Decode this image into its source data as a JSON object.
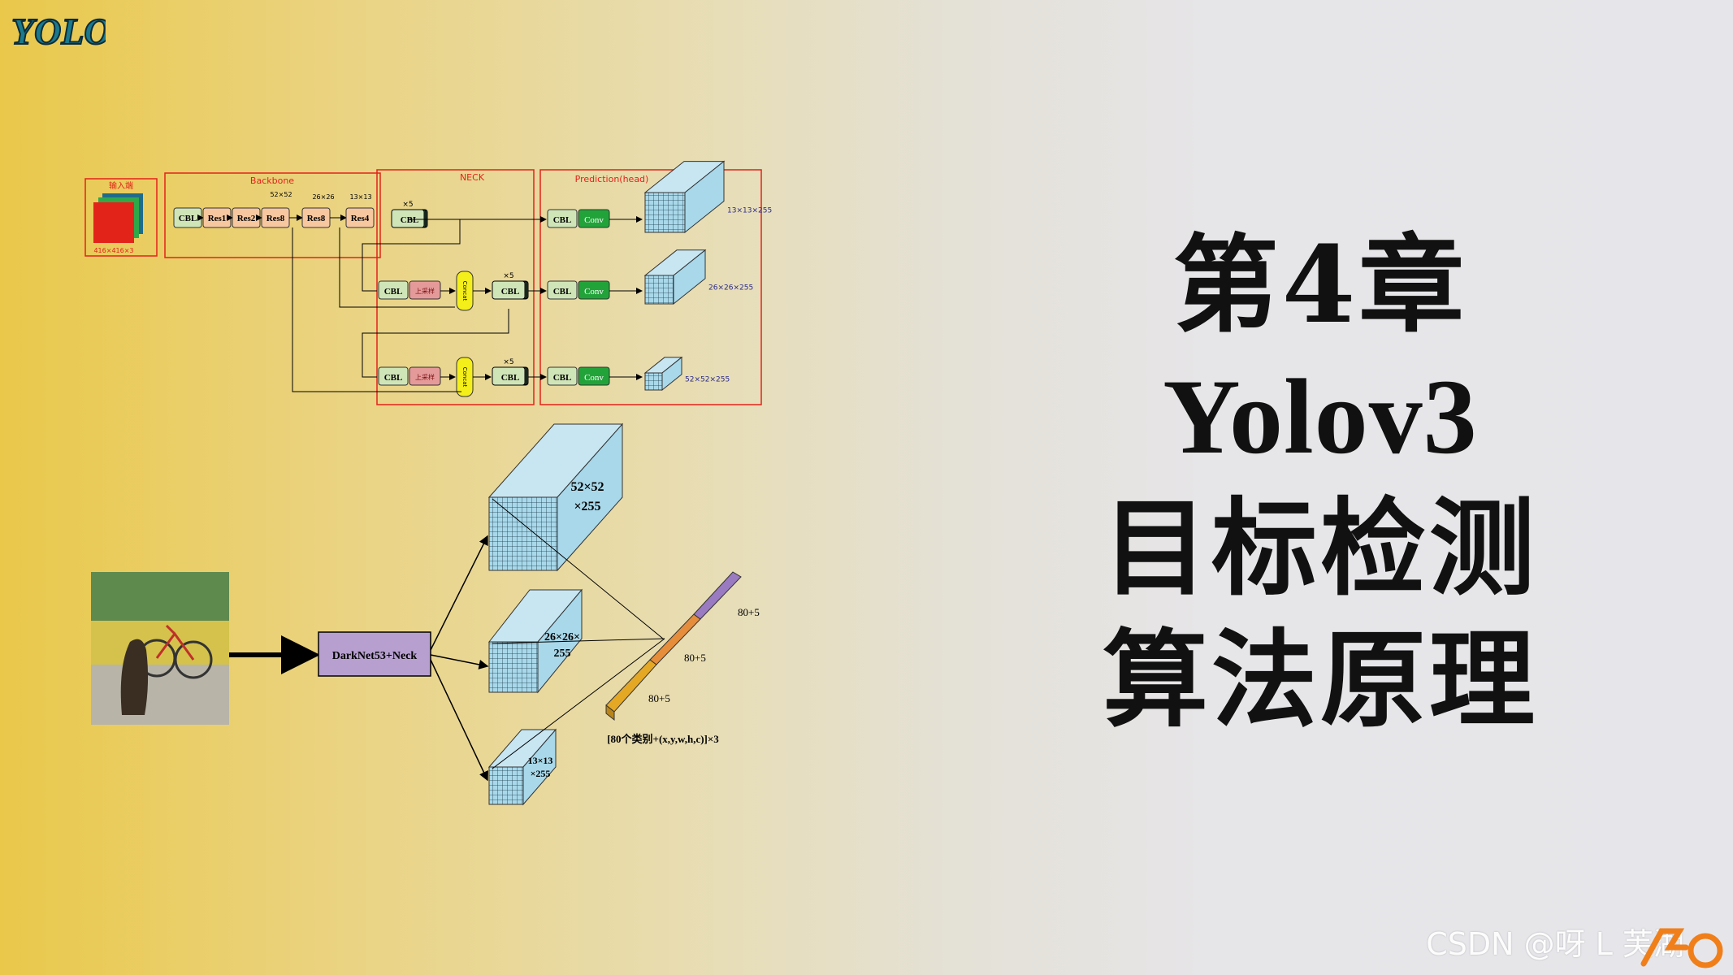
{
  "logo": {
    "text": "YOLO"
  },
  "architecture": {
    "input_label": "输入端",
    "input_size": "416×416×3",
    "backbone_label": "Backbone",
    "neck_label": "NECK",
    "head_label": "Prediction(head)",
    "backbone_blocks": [
      "CBL",
      "Res1",
      "Res2",
      "Res8",
      "Res8",
      "Res4"
    ],
    "scale_labels": [
      "52×52",
      "26×26",
      "13×13"
    ],
    "neck_cbl": "CBL",
    "times5": "×5",
    "upsample": "上采样",
    "concat": "Concat",
    "head_cbl": "CBL",
    "head_conv": "Conv",
    "outputs": [
      "13×13×255",
      "26×26×255",
      "52×52×255"
    ]
  },
  "detection": {
    "network_label": "DarkNet53+Neck",
    "cube_large": [
      "52×52",
      "×255"
    ],
    "cube_mid": [
      "26×26×",
      "255"
    ],
    "cube_small": [
      "13×13",
      "×255"
    ],
    "vector_labels": [
      "80+5",
      "80+5",
      "80+5"
    ],
    "formula": "[80个类别+(x,y,w,h,c)]×3"
  },
  "title": {
    "line1": "第4章",
    "line2": "Yolov3",
    "line3": "目标检测",
    "line4": "算法原理"
  },
  "watermark": "CSDN @呀 L 芙湖",
  "colors": {
    "red": "#e2231a",
    "green": "#22a33a",
    "cbl": "#cfe5b8",
    "res": "#f7c7a0",
    "cube": "#a8d8ea",
    "purple": "#b79fd0"
  }
}
